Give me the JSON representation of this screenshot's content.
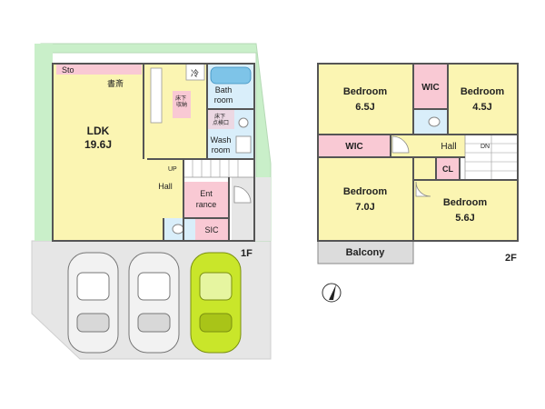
{
  "floor1": {
    "level": "1F",
    "rooms": {
      "sto": "Sto",
      "study": "書斎",
      "fridge": "冷",
      "ldk_name": "LDK",
      "ldk_size": "19.6J",
      "underfloor_storage": "床下\n収納",
      "underfloor_storage_hatch": "床下\n点検口",
      "bath_line1": "Bath",
      "bath_line2": "room",
      "wash_line1": "Wash",
      "wash_line2": "room",
      "stair_up": "UP",
      "hall": "Hall",
      "entrance_line1": "Ent",
      "entrance_line2": "rance",
      "sic": "SIC"
    }
  },
  "floor2": {
    "level": "2F",
    "rooms": {
      "bedroom_nw_name": "Bedroom",
      "bedroom_nw_size": "6.5J",
      "wic_top": "WIC",
      "bedroom_ne_name": "Bedroom",
      "bedroom_ne_size": "4.5J",
      "wic_mid": "WIC",
      "hall": "Hall",
      "stair_down": "DN",
      "cl": "CL",
      "bedroom_sw_name": "Bedroom",
      "bedroom_sw_size": "7.0J",
      "bedroom_se_name": "Bedroom",
      "bedroom_se_size": "5.6J",
      "balcony": "Balcony"
    }
  },
  "colors": {
    "room": "#fbf5b2",
    "wet_area": "#d9eefa",
    "closet": "#f9c9d4",
    "garden": "#c9efc9",
    "parking": "#e6e6e6",
    "car_gray": "#f2f2f2",
    "car_highlight": "#c9e62a",
    "wall": "#555555",
    "balcony": "#dcdcdc"
  },
  "icons": [
    "compass-icon",
    "car-icon",
    "bathtub-icon",
    "toilet-icon",
    "door-swing-icon",
    "stair-icon"
  ]
}
